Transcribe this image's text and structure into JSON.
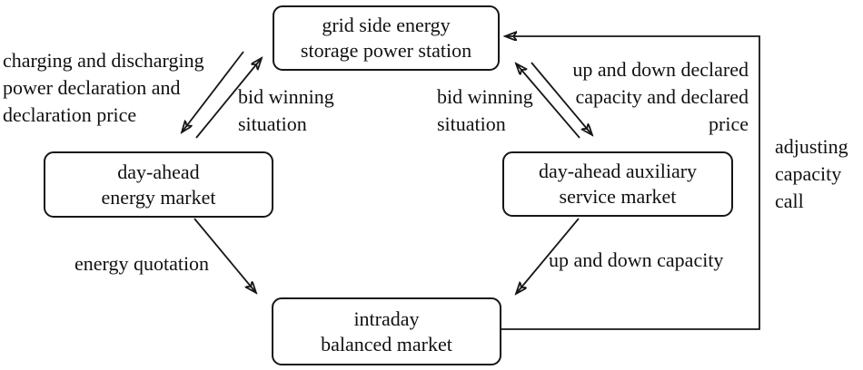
{
  "diagram": {
    "colors": {
      "line": "#161616",
      "text": "#111111",
      "background": "#ffffff"
    },
    "nodes": {
      "grid_station": {
        "label": "grid side energy\nstorage power station"
      },
      "day_ahead_energy_market": {
        "label": "day-ahead\nenergy market"
      },
      "day_ahead_auxiliary_market": {
        "label": "day-ahead auxiliary\nservice market"
      },
      "intraday_balanced_market": {
        "label": "intraday\nbalanced market"
      }
    },
    "edges": {
      "charging_declaration": {
        "from": "grid_station",
        "to": "day_ahead_energy_market",
        "label": "charging and discharging\npower declaration and\ndeclaration price"
      },
      "bid_winning_left": {
        "from": "day_ahead_energy_market",
        "to": "grid_station",
        "label": "bid winning\nsituation"
      },
      "bid_winning_right": {
        "from": "day_ahead_auxiliary_market",
        "to": "grid_station",
        "label": "bid winning\nsituation"
      },
      "declared_capacity": {
        "from": "grid_station",
        "to": "day_ahead_auxiliary_market",
        "label": "up and down declared\ncapacity and declared\nprice"
      },
      "energy_quotation": {
        "from": "day_ahead_energy_market",
        "to": "intraday_balanced_market",
        "label": "energy quotation"
      },
      "up_down_capacity": {
        "from": "day_ahead_auxiliary_market",
        "to": "intraday_balanced_market",
        "label": "up and down capacity"
      },
      "adjusting_capacity": {
        "from": "intraday_balanced_market",
        "to": "grid_station",
        "label": "adjusting\ncapacity\ncall"
      }
    }
  }
}
